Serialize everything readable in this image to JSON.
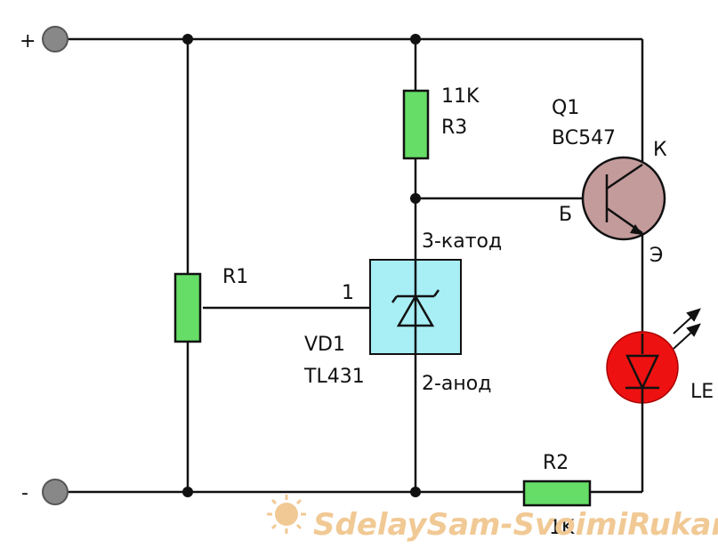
{
  "terminals": {
    "plus": "+",
    "minus": "-"
  },
  "r3": {
    "value": "11K",
    "name": "R3"
  },
  "q1": {
    "name": "Q1",
    "model": "BC547",
    "collector": "К",
    "base": "Б",
    "emitter": "Э"
  },
  "r1": {
    "name": "R1"
  },
  "vd1": {
    "pin_ref": "1",
    "cathode": "3-катод",
    "anode": "2-анод",
    "name": "VD1",
    "model": "TL431"
  },
  "led": {
    "label": "LE"
  },
  "r2": {
    "name": "R2",
    "value": "1K"
  },
  "watermark": {
    "text": "SdelaySam-SvoimiRukami.ru"
  },
  "colors": {
    "resistor": "#66dd66",
    "transistor": "#c49b9b",
    "regulator": "#a8eef5",
    "led": "#ee1111",
    "terminal": "#888888",
    "watermark": "#f1c994"
  }
}
